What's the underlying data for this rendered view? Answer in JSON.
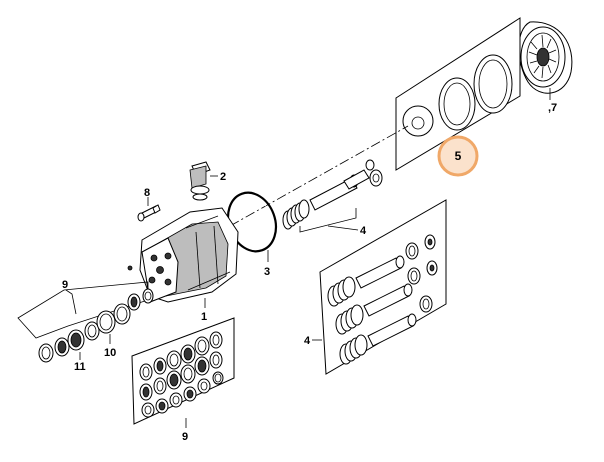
{
  "diagram": {
    "labels": {
      "l1": "1",
      "l2": "2",
      "l3": "3",
      "l4a": "4",
      "l4b": "4",
      "l5": "5",
      "l7": ",7",
      "l8": "8",
      "l9a": "9",
      "l9b": "9",
      "l10": "10",
      "l11": "11"
    },
    "highlight_color": "#f0a868",
    "highlight_fill": "#fbe2cc"
  }
}
